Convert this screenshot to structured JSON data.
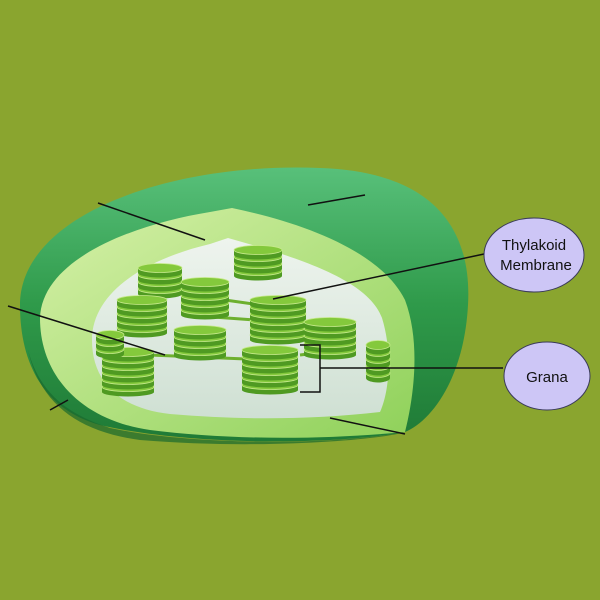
{
  "diagram": {
    "background_color": "#8aa52f",
    "outer_membrane_color": "#2f9a4a",
    "inner_membrane_color": "#a7d86a",
    "stroma_color": "#d8e6dc",
    "thylakoid_color": "#84c93c",
    "callout_fill": "#cdc6f6",
    "labels": {
      "thylakoid_line1": "Thylakoid",
      "thylakoid_line2": "Membrane",
      "grana": "Grana"
    }
  }
}
